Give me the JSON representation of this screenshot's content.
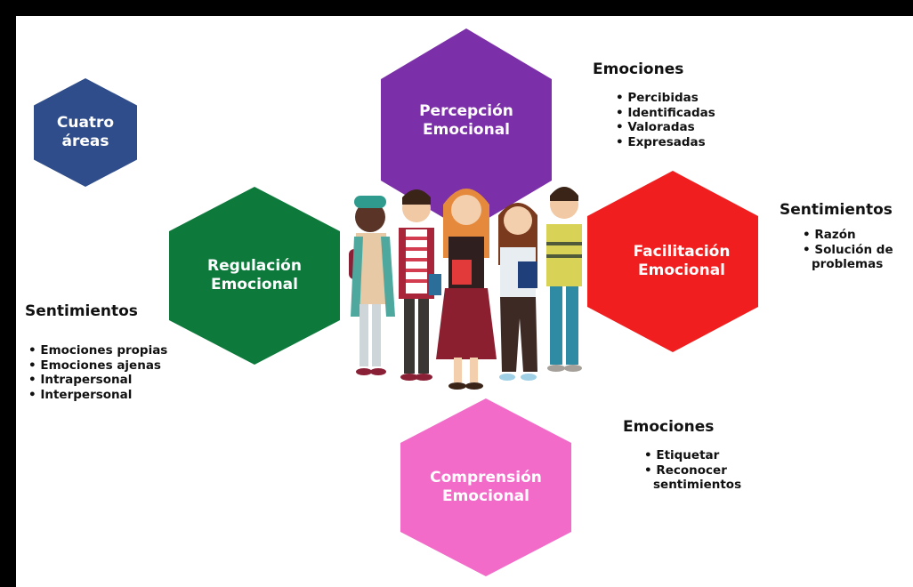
{
  "areas": {
    "center": {
      "line1": "Cuatro",
      "line2": "áreas",
      "color": "#2f4d8a"
    },
    "percepcion": {
      "line1": "Percepción",
      "line2": "Emocional",
      "color": "#7b2fa8"
    },
    "regulacion": {
      "line1": "Regulación",
      "line2": "Emocional",
      "color": "#0d7a3c"
    },
    "facilitacion": {
      "line1": "Facilitación",
      "line2": "Emocional",
      "color": "#f01e1e"
    },
    "comprension": {
      "line1": "Comprensión",
      "line2": "Emocional",
      "color": "#f26bc8"
    }
  },
  "notes": {
    "percepcion": {
      "heading": "Emociones",
      "items": [
        "Percibidas",
        "Identificadas",
        "Valoradas",
        "Expresadas"
      ]
    },
    "facilitacion": {
      "heading": "Sentimientos",
      "items": [
        "Razón",
        "Solución de",
        "problemas"
      ]
    },
    "regulacion": {
      "heading": "Sentimientos",
      "items": [
        "Emociones propias",
        "Emociones ajenas",
        "Intrapersonal",
        "Interpersonal"
      ]
    },
    "comprension": {
      "heading": "Emociones",
      "items": [
        "Etiquetar",
        "Reconocer",
        "sentimientos"
      ]
    }
  },
  "illustration": {
    "icon": "group-of-students-illustration"
  }
}
